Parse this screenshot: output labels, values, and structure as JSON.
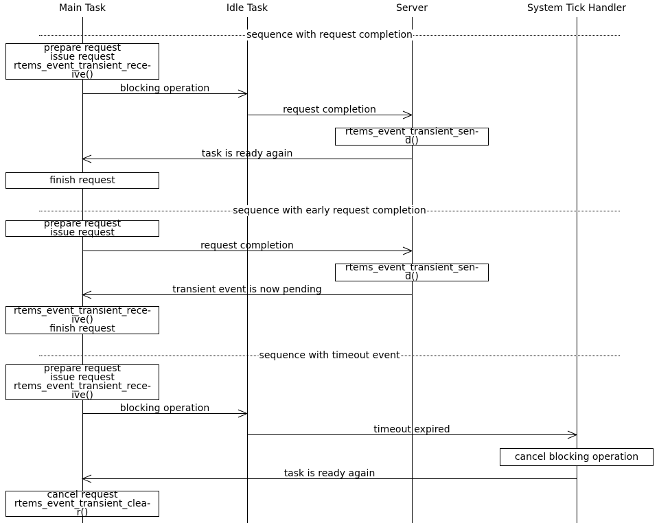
{
  "colors": {
    "line": "#000000",
    "text": "#000000",
    "background": "#ffffff"
  },
  "actors": [
    {
      "id": "main-task",
      "label": "Main Task"
    },
    {
      "id": "idle-task",
      "label": "Idle Task"
    },
    {
      "id": "server",
      "label": "Server"
    },
    {
      "id": "system-tick-handler",
      "label": "System Tick Handler"
    }
  ],
  "sections": [
    {
      "title": "sequence with request completion"
    },
    {
      "title": "sequence with early request completion"
    },
    {
      "title": "sequence with timeout event"
    }
  ],
  "boxes": [
    {
      "actor": "Main Task",
      "text": "prepare request\nissue request\nrtems_event_transient_rece-\nive()"
    },
    {
      "actor": "Server",
      "text": "rtems_event_transient_sen-\nd()"
    },
    {
      "actor": "Main Task",
      "text": "finish request"
    },
    {
      "actor": "Main Task",
      "text": "prepare request\nissue request"
    },
    {
      "actor": "Server",
      "text": "rtems_event_transient_sen-\nd()"
    },
    {
      "actor": "Main Task",
      "text": "rtems_event_transient_rece-\nive()\nfinish request"
    },
    {
      "actor": "Main Task",
      "text": "prepare request\nissue request\nrtems_event_transient_rece-\nive()"
    },
    {
      "actor": "System Tick Handler",
      "text": "cancel blocking operation"
    },
    {
      "actor": "Main Task",
      "text": "cancel request\nrtems_event_transient_clea-\nr()"
    }
  ],
  "messages": [
    {
      "from": "Main Task",
      "to": "Idle Task",
      "label": "blocking operation"
    },
    {
      "from": "Idle Task",
      "to": "Server",
      "label": "request completion"
    },
    {
      "from": "Server",
      "to": "Main Task",
      "label": "task is ready again"
    },
    {
      "from": "Main Task",
      "to": "Server",
      "label": "request completion"
    },
    {
      "from": "Server",
      "to": "Main Task",
      "label": "transient event is now pending"
    },
    {
      "from": "Main Task",
      "to": "Idle Task",
      "label": "blocking operation"
    },
    {
      "from": "Idle Task",
      "to": "System Tick Handler",
      "label": "timeout expired"
    },
    {
      "from": "System Tick Handler",
      "to": "Main Task",
      "label": "task is ready again"
    }
  ]
}
